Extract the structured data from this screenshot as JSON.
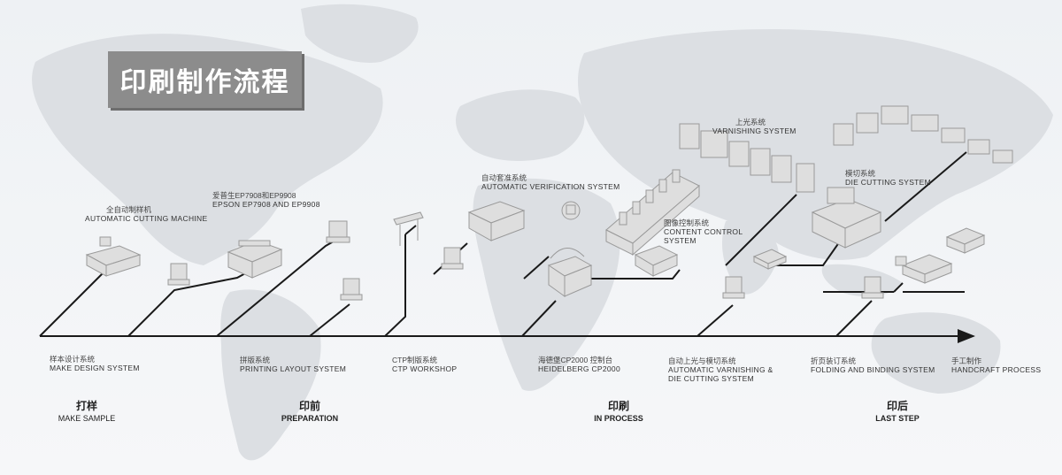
{
  "title": "印刷制作流程",
  "machines": [
    {
      "cn": "全自动制样机",
      "en": "AUTOMATIC CUTTING MACHINE"
    },
    {
      "cn": "爱普生EP7908和EP9908",
      "en": "EPSON EP7908 AND EP9908"
    },
    {
      "cn": "自动套准系统",
      "en": "AUTOMATIC VERIFICATION SYSTEM"
    },
    {
      "cn": "图像控制系统",
      "en": "CONTENT CONTROL",
      "en2": "SYSTEM"
    },
    {
      "cn": "上光系统",
      "en": "VARNISHING SYSTEM"
    },
    {
      "cn": "模切系统",
      "en": "DIE CUTTING SYSTEM"
    }
  ],
  "steps": [
    {
      "cn": "样本设计系统",
      "en": "MAKE DESIGN SYSTEM"
    },
    {
      "cn": "拼版系统",
      "en": "PRINTING LAYOUT SYSTEM"
    },
    {
      "cn": "CTP制版系统",
      "en": "CTP WORKSHOP"
    },
    {
      "cn": "海德堡CP2000 控制台",
      "en": "HEIDELBERG CP2000"
    },
    {
      "cn": "自动上光与模切系统",
      "en": "AUTOMATIC VARNISHING &",
      "en2": "DIE CUTTING SYSTEM"
    },
    {
      "cn": "折页装订系统",
      "en": "FOLDING AND BINDING SYSTEM"
    },
    {
      "cn": "手工制作",
      "en": "HANDCRAFT PROCESS"
    }
  ],
  "stages": [
    {
      "cn": "打样",
      "en": "MAKE SAMPLE"
    },
    {
      "cn": "印前",
      "en": "PREPARATION"
    },
    {
      "cn": "印刷",
      "en": "IN PROCESS"
    },
    {
      "cn": "印后",
      "en": "LAST STEP"
    }
  ],
  "colors": {
    "title_bg": "#8c8c8c",
    "line": "#1a1a1a",
    "map": "#dcdfe3",
    "machine": "#dedede"
  }
}
